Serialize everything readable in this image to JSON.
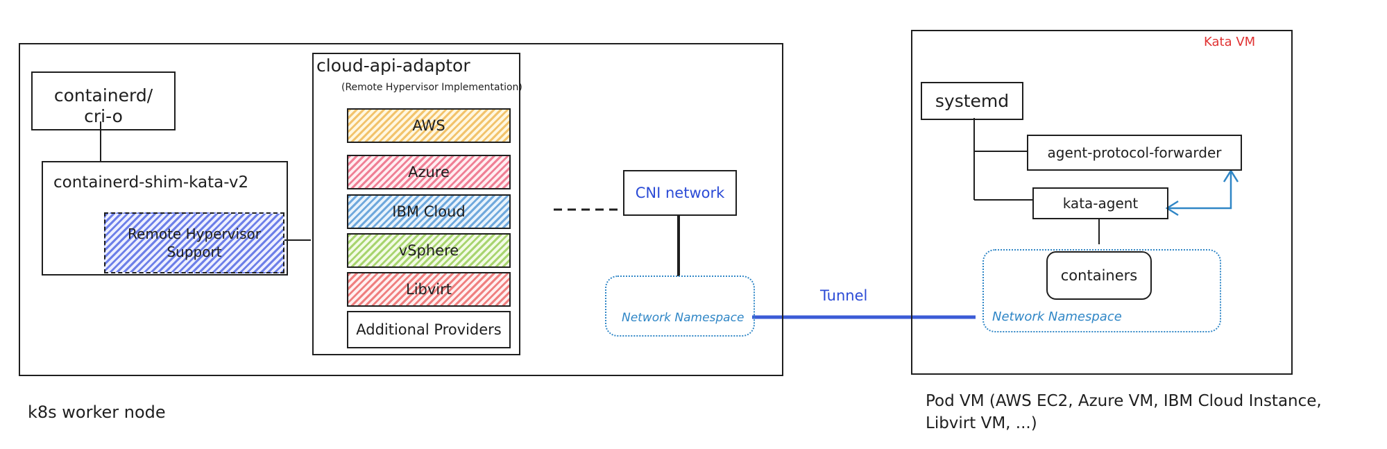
{
  "worker_node": {
    "label": "k8s worker node",
    "containerd": "containerd/\ncri-o",
    "shim": "containerd-shim-kata-v2",
    "remote_hypervisor_support": "Remote Hypervisor\nSupport",
    "cloud_api_adaptor": {
      "title": "cloud-api-adaptor",
      "subtitle": "(Remote Hypervisor Implementation)",
      "providers": [
        "AWS",
        "Azure",
        "IBM Cloud",
        "vSphere",
        "Libvirt",
        "Additional Providers"
      ]
    },
    "cni_network": "CNI network",
    "network_namespace": "Network Namespace"
  },
  "tunnel_label": "Tunnel",
  "pod_vm": {
    "label": "Pod VM (AWS EC2, Azure VM, IBM Cloud Instance,\nLibvirt VM, ...)",
    "kata_vm_label": "Kata VM",
    "systemd": "systemd",
    "agent_protocol_forwarder": "agent-protocol-forwarder",
    "kata_agent": "kata-agent",
    "containers": "containers",
    "network_namespace": "Network Namespace"
  },
  "colors": {
    "ink": "#1e1e1e",
    "blue_text": "#2b4bd6",
    "namespace_blue": "#2f86c6",
    "tunnel": "#3b5bd6",
    "kata_red": "#e03131"
  }
}
